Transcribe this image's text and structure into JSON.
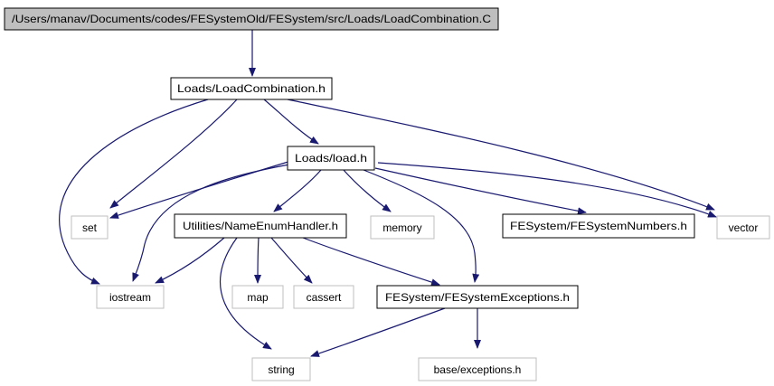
{
  "colors": {
    "edge": "#191970",
    "root_fill": "#bfbfbf",
    "documented_border": "#000000",
    "external_border": "#bfbfbf"
  },
  "graph": {
    "nodes": [
      {
        "id": "root",
        "label": "/Users/manav/Documents/codes/FESystemOld/FESystem/src/Loads/LoadCombination.C",
        "kind": "root"
      },
      {
        "id": "lc_h",
        "label": "Loads/LoadCombination.h",
        "kind": "documented"
      },
      {
        "id": "load_h",
        "label": "Loads/load.h",
        "kind": "documented"
      },
      {
        "id": "set",
        "label": "set",
        "kind": "external"
      },
      {
        "id": "nameenum",
        "label": "Utilities/NameEnumHandler.h",
        "kind": "documented"
      },
      {
        "id": "memory",
        "label": "memory",
        "kind": "external"
      },
      {
        "id": "fenumbers",
        "label": "FESystem/FESystemNumbers.h",
        "kind": "documented"
      },
      {
        "id": "vector",
        "label": "vector",
        "kind": "external"
      },
      {
        "id": "iostream",
        "label": "iostream",
        "kind": "external"
      },
      {
        "id": "map",
        "label": "map",
        "kind": "external"
      },
      {
        "id": "cassert",
        "label": "cassert",
        "kind": "external"
      },
      {
        "id": "feexc",
        "label": "FESystem/FESystemExceptions.h",
        "kind": "documented"
      },
      {
        "id": "string",
        "label": "string",
        "kind": "external"
      },
      {
        "id": "baseexc",
        "label": "base/exceptions.h",
        "kind": "external"
      }
    ]
  }
}
